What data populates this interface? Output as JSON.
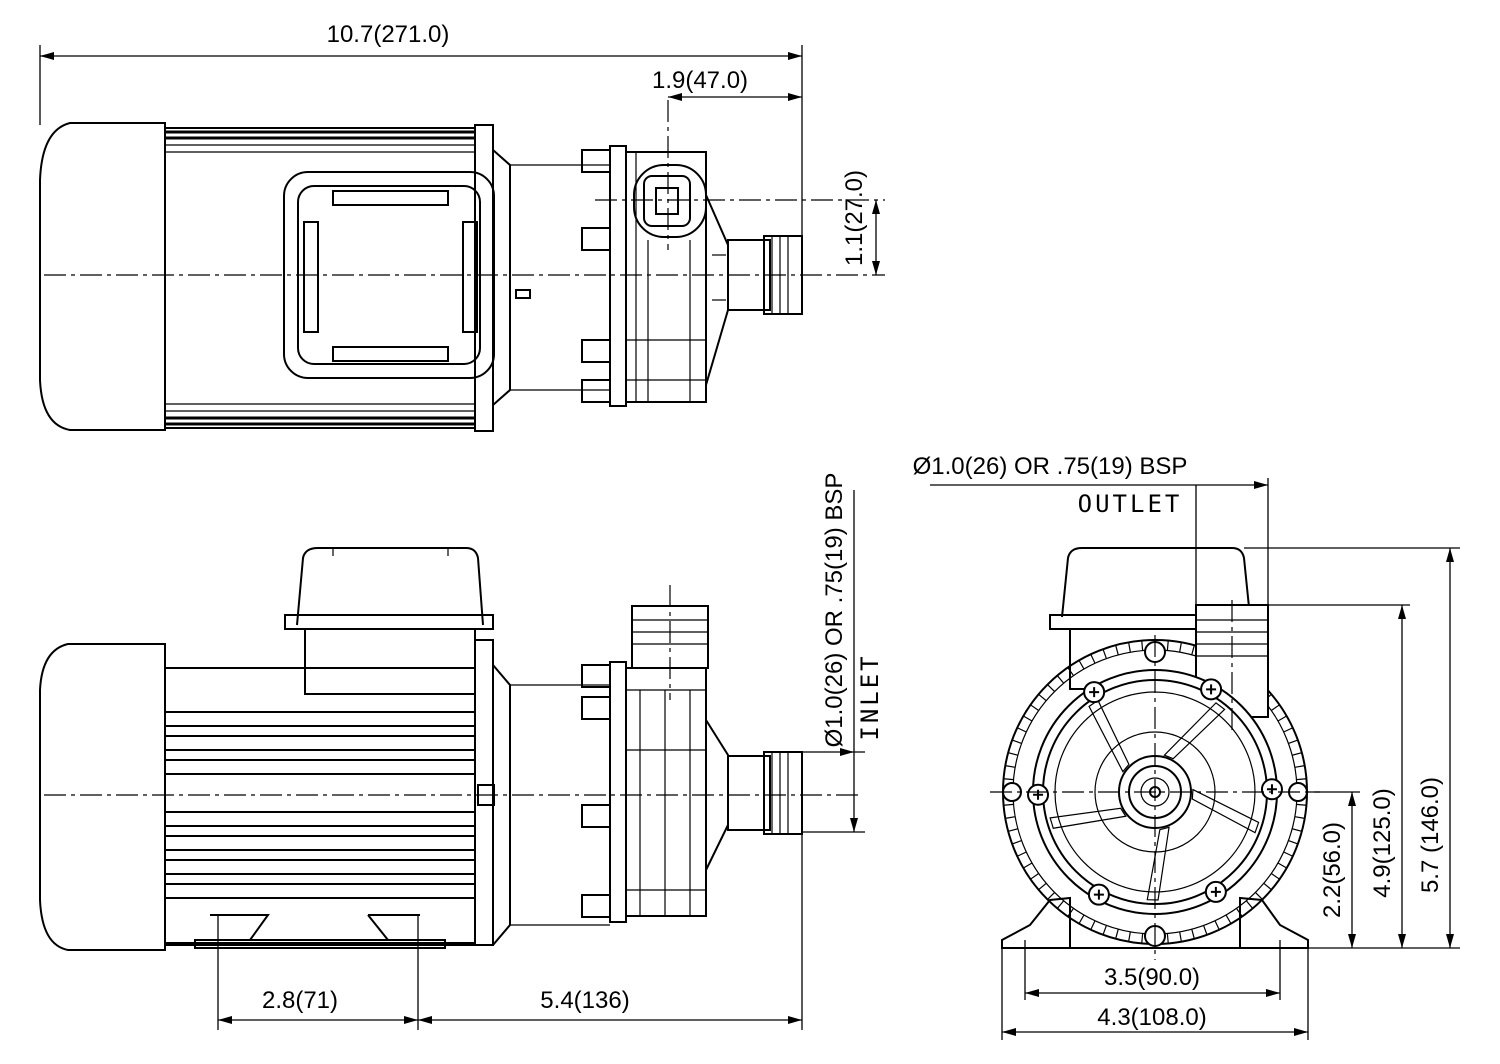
{
  "dimensions": {
    "overall_length": "10.7(271.0)",
    "outlet_offset_length": "1.9(47.0)",
    "outlet_offset_height": "1.1(27.0)",
    "inlet_size": "Ø1.0(26) OR .75(19) BSP",
    "inlet_label": "INLET",
    "outlet_size": "Ø1.0(26) OR .75(19) BSP",
    "outlet_label": "OUTLET",
    "foot_hole_spacing_side": "2.8(71)",
    "foot_to_inlet": "5.4(136)",
    "shaft_height": "2.2(56.0)",
    "outlet_height": "4.9(125.0)",
    "overall_height": "5.7 (146.0)",
    "foot_hole_spacing_front": "3.5(90.0)",
    "base_width": "4.3(108.0)"
  }
}
